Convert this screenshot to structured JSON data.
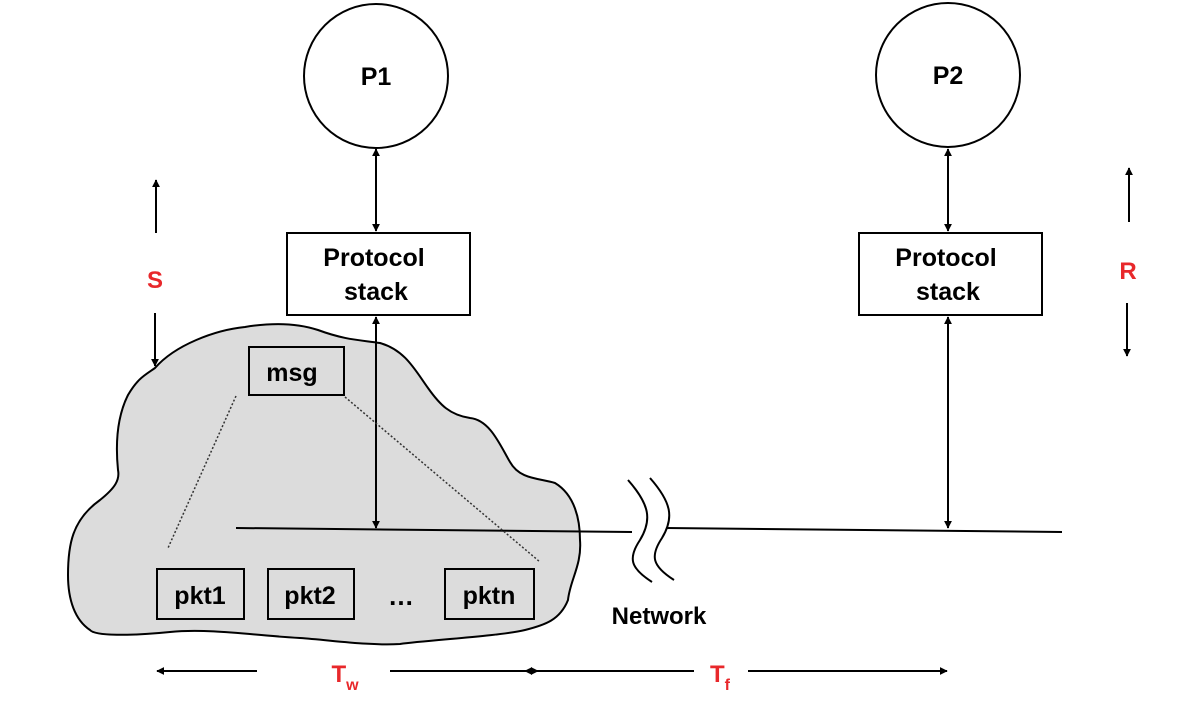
{
  "processes": {
    "p1": {
      "label": "P1"
    },
    "p2": {
      "label": "P2"
    }
  },
  "protocol_stacks": {
    "left": {
      "line1": "Protocol",
      "line2": "stack"
    },
    "right": {
      "line1": "Protocol",
      "line2": "stack"
    }
  },
  "message": {
    "label": "msg"
  },
  "packets": [
    {
      "label": "pkt1"
    },
    {
      "label": "pkt2"
    },
    {
      "label": "pktn"
    }
  ],
  "ellipsis": "…",
  "network": {
    "label": "Network"
  },
  "annotations": {
    "send": "S",
    "receive": "R",
    "wait_time": {
      "main": "T",
      "sub": "w"
    },
    "flight_time": {
      "main": "T",
      "sub": "f"
    }
  },
  "colors": {
    "annotation": "#e8282b",
    "cloud_fill": "#dcdcdc",
    "stroke": "#000000"
  }
}
